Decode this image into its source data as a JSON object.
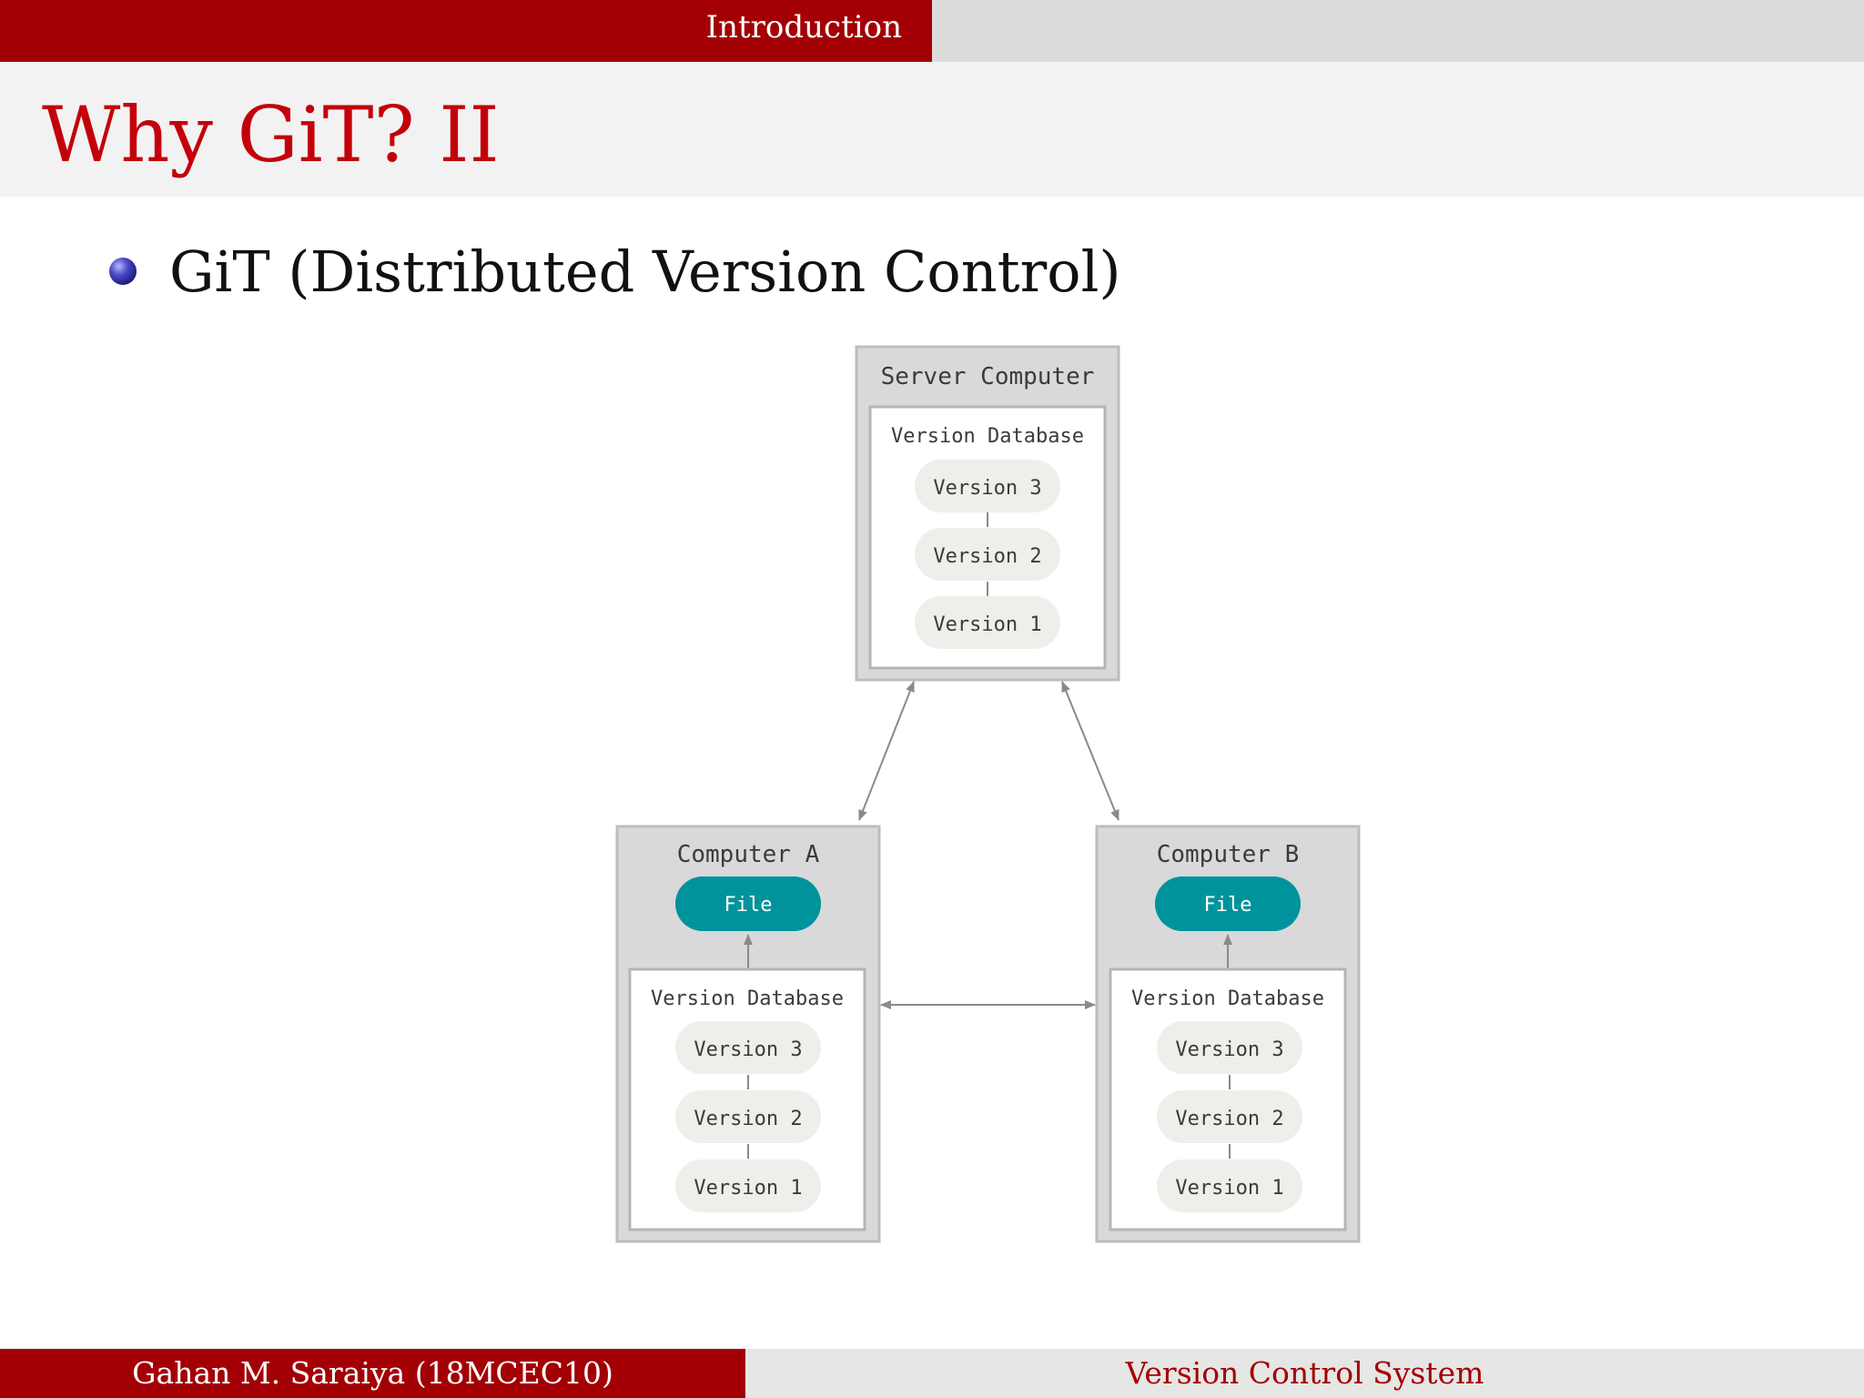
{
  "header": {
    "section": "Introduction"
  },
  "frame": {
    "title": "Why GiT? II"
  },
  "bullets": [
    {
      "text": "GiT (Distributed Version Control)"
    }
  ],
  "diagram": {
    "server": {
      "label": "Server Computer",
      "database_label": "Version Database",
      "versions": [
        "Version 3",
        "Version 2",
        "Version 1"
      ]
    },
    "computer_a": {
      "label": "Computer A",
      "file_label": "File",
      "database_label": "Version Database",
      "versions": [
        "Version 3",
        "Version 2",
        "Version 1"
      ]
    },
    "computer_b": {
      "label": "Computer B",
      "file_label": "File",
      "database_label": "Version Database",
      "versions": [
        "Version 3",
        "Version 2",
        "Version 1"
      ]
    }
  },
  "footer": {
    "author": "Gahan M. Saraiya (18MCEC10)",
    "title": "Version Control System"
  },
  "colors": {
    "theme_red": "#a30006",
    "title_red": "#c4000a",
    "file_teal": "#00939c",
    "box_gray": "#d9d8da"
  }
}
